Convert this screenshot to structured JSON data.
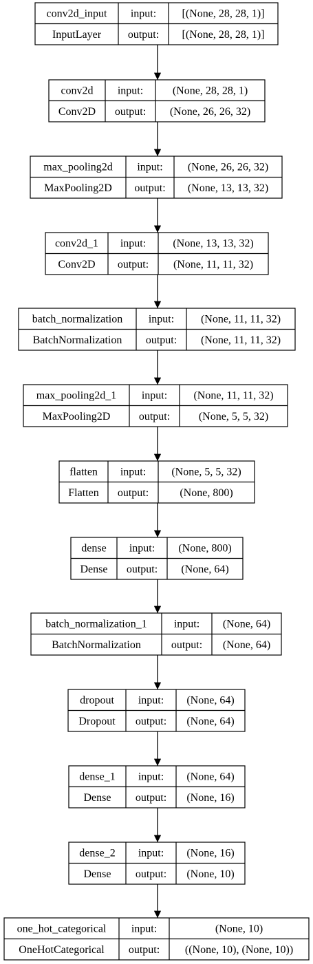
{
  "diagram": {
    "labels": {
      "input": "input:",
      "output": "output:"
    },
    "layers": [
      {
        "name": "conv2d_input",
        "type": "InputLayer",
        "input": "[(None, 28, 28, 1)]",
        "output": "[(None, 28, 28, 1)]"
      },
      {
        "name": "conv2d",
        "type": "Conv2D",
        "input": "(None, 28, 28, 1)",
        "output": "(None, 26, 26, 32)"
      },
      {
        "name": "max_pooling2d",
        "type": "MaxPooling2D",
        "input": "(None, 26, 26, 32)",
        "output": "(None, 13, 13, 32)"
      },
      {
        "name": "conv2d_1",
        "type": "Conv2D",
        "input": "(None, 13, 13, 32)",
        "output": "(None, 11, 11, 32)"
      },
      {
        "name": "batch_normalization",
        "type": "BatchNormalization",
        "input": "(None, 11, 11, 32)",
        "output": "(None, 11, 11, 32)"
      },
      {
        "name": "max_pooling2d_1",
        "type": "MaxPooling2D",
        "input": "(None, 11, 11, 32)",
        "output": "(None, 5, 5, 32)"
      },
      {
        "name": "flatten",
        "type": "Flatten",
        "input": "(None, 5, 5, 32)",
        "output": "(None, 800)"
      },
      {
        "name": "dense",
        "type": "Dense",
        "input": "(None, 800)",
        "output": "(None, 64)"
      },
      {
        "name": "batch_normalization_1",
        "type": "BatchNormalization",
        "input": "(None, 64)",
        "output": "(None, 64)"
      },
      {
        "name": "dropout",
        "type": "Dropout",
        "input": "(None, 64)",
        "output": "(None, 64)"
      },
      {
        "name": "dense_1",
        "type": "Dense",
        "input": "(None, 64)",
        "output": "(None, 16)"
      },
      {
        "name": "dense_2",
        "type": "Dense",
        "input": "(None, 16)",
        "output": "(None, 10)"
      },
      {
        "name": "one_hot_categorical",
        "type": "OneHotCategorical",
        "input": "(None, 10)",
        "output": "((None, 10), (None, 10))"
      }
    ]
  }
}
